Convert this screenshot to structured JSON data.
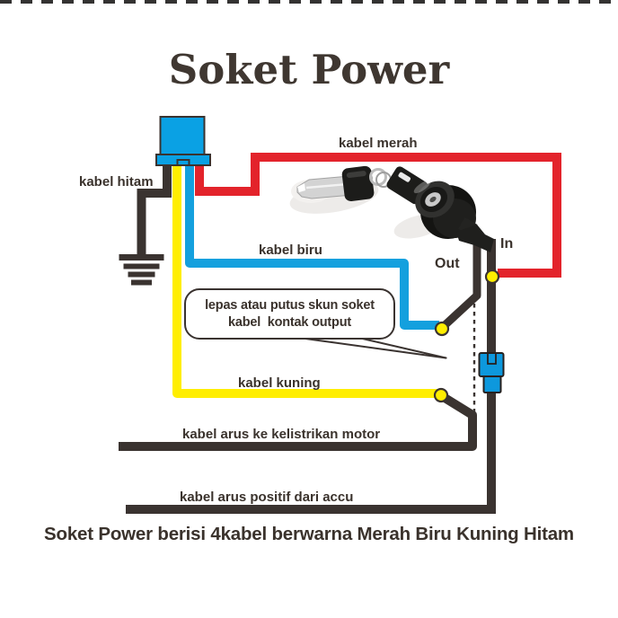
{
  "title": "Soket Power",
  "caption": "Soket Power berisi 4kabel berwarna Merah Biru Kuning Hitam",
  "labels": {
    "kabel_hitam": "kabel hitam",
    "kabel_merah": "kabel merah",
    "kabel_biru": "kabel biru",
    "kabel_kuning": "kabel kuning",
    "motor": "kabel arus ke kelistrikan motor",
    "accu": "kabel arus positif dari accu",
    "in": "In",
    "out": "Out"
  },
  "callout": {
    "line1": "lepas atau putus skun soket",
    "line2": "kabel  kontak output"
  },
  "components": {
    "socket": "soket-power-4-pin-connector",
    "ignition_switch": "kunci-kontak-ignition-switch",
    "inline_connector": "skun-soket-connector",
    "ground": "ground-symbol"
  },
  "colors": {
    "red": "#e3232b",
    "blue": "#14a0de",
    "socket_blue": "#0aa1e4",
    "connector_blue": "#0d98dd",
    "yellow": "#ffee00",
    "wire_black": "#3a3330",
    "text": "#3a322c"
  }
}
